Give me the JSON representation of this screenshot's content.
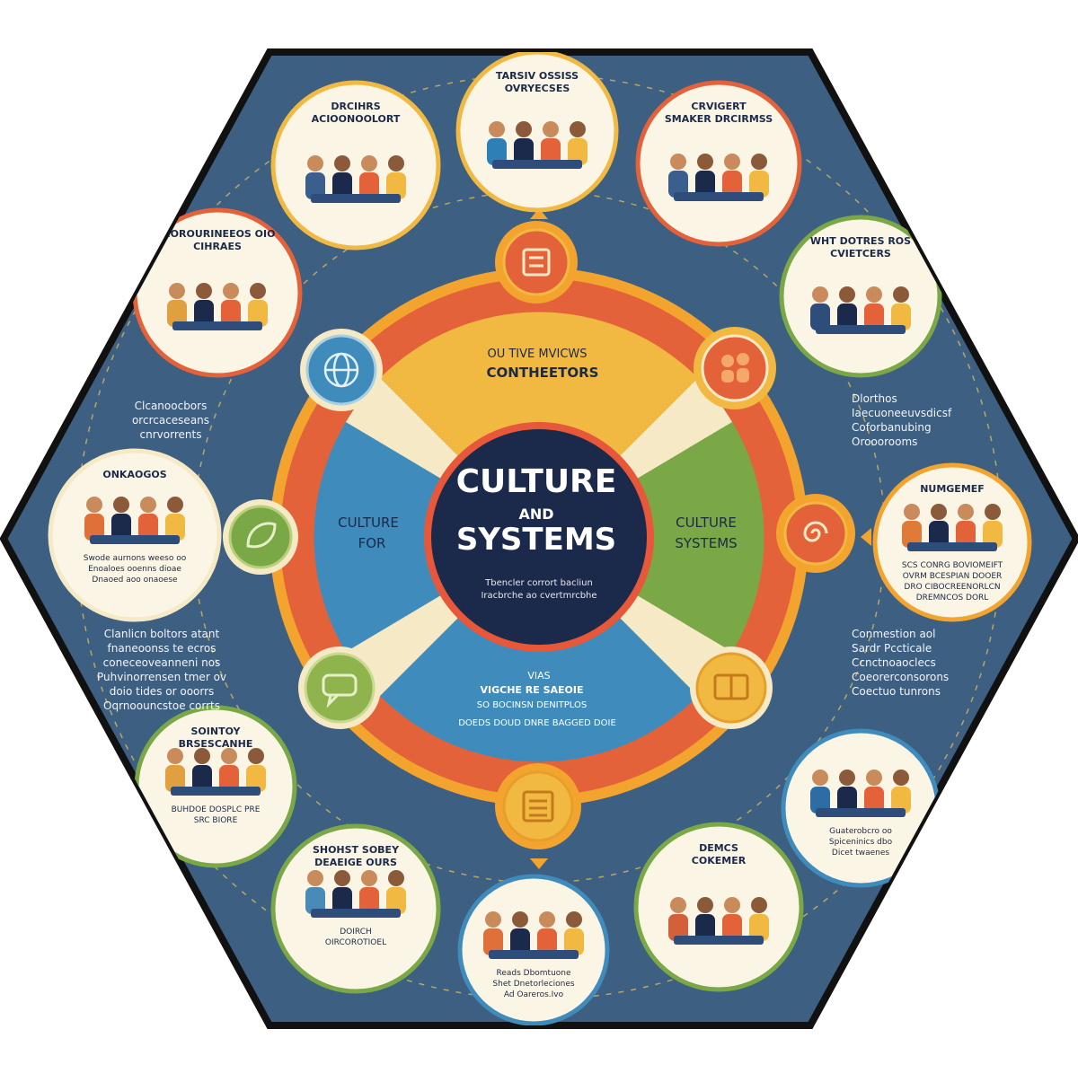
{
  "colors": {
    "background": "#3d5f82",
    "border": "#111111",
    "ring_outer_orange": "#f3a42e",
    "ring_red": "#e4623a",
    "yellow": "#f1b942",
    "blue": "#3f8cbc",
    "green": "#7aa846",
    "cream": "#f5e9c6",
    "hub": "#1b2a4a",
    "hub_ring": "#e7573a",
    "text_light": "#ffffff",
    "text_dark": "#1b2a4a"
  },
  "hub": {
    "title_line1": "CULTURE",
    "title_line2": "AND",
    "title_line3": "SYSTEMS",
    "subtitle_line1": "Tbencler corrort bacliun",
    "subtitle_line2": "Iracbrche ao cvertmrcbhe"
  },
  "segments": {
    "top_line1": "OU TIVE MVICWS",
    "top_line2": "CONTHEETORS",
    "left_line1": "CULTURE",
    "left_line2": "FOR",
    "right_line1": "CULTURE",
    "right_line2": "SYSTEMS",
    "bottom_line1": "VIAS",
    "bottom_line2": "VIGCHE RE SAEOIE",
    "bottom_line3": "SO BOCINSN DENITPLOS",
    "bottom_line4": "DOEDS DOUD DNRE BAGGED DOIE"
  },
  "nodes": [
    {
      "id": "top",
      "icon": "scroll-icon"
    },
    {
      "id": "top-right",
      "icon": "people-icon"
    },
    {
      "id": "right",
      "icon": "spiral-icon"
    },
    {
      "id": "bottom-right",
      "icon": "book-icon"
    },
    {
      "id": "bottom",
      "icon": "document-icon"
    },
    {
      "id": "bottom-left",
      "icon": "chat-icon"
    },
    {
      "id": "left",
      "icon": "leaf-icon"
    },
    {
      "id": "top-left",
      "icon": "globe-icon"
    }
  ],
  "scenes": [
    {
      "id": "top",
      "label1": "TARSIV OSSISS",
      "label2": "OVRYECSES"
    },
    {
      "id": "top-right",
      "label1": "CRVIGERT",
      "label2": "SMAKER DRCIRMSS"
    },
    {
      "id": "right-upper",
      "label1": "WHT DOTRES ROS",
      "label2": "CVIETCERS"
    },
    {
      "id": "right",
      "label1": "NUMGEMEF",
      "text1": "SCS CONRG BOVIOMEIFT",
      "text2": "OVRM BCESPIAN DOOER",
      "text3": "DRO CIBOCREENORLCN",
      "text4": "DREMNCOS DORL"
    },
    {
      "id": "bottom-right",
      "label1": "DEMCS",
      "label2": "COKEMER"
    },
    {
      "id": "bottom-right-lower",
      "text1": "Guaterobcro oo",
      "text2": "Spiceninics dbo",
      "text3": "Dicet twaenes"
    },
    {
      "id": "bottom",
      "text1": "Reads Dbomtuone",
      "text2": "Shet Dnetorleciones",
      "text3": "Ad Oareros.Ivo"
    },
    {
      "id": "bottom-left",
      "label1": "SHOHST SOBEY",
      "label2": "DEAEIGE OURS",
      "text1": "DOIRCH",
      "text2": "OIRCOROTIOEL"
    },
    {
      "id": "left-lower",
      "label1": "SOINTOY",
      "label2": "BRSESCANHE",
      "text1": "BUHDOE DOSPLC PRE",
      "text2": "SRC BIORE"
    },
    {
      "id": "left",
      "label1": "ONKAOGOS",
      "text1": "Swode aurnons weeso oo",
      "text2": "Enoaloes ooenns dioae",
      "text3": "Dnaoed aoo onaoese"
    },
    {
      "id": "top-left",
      "label1": "CIOROURINEEOS OIO",
      "label2": "CIHRAES"
    },
    {
      "id": "top-left-upper",
      "label1": "DRCIHRS",
      "label2": "ACIOONOOLORT"
    }
  ],
  "side_notes": {
    "left_upper": [
      "Clcanoocbors",
      "orcrcaceseans",
      "cnrvorrents"
    ],
    "left_lower": [
      "Clanlicn boltors atant",
      "fnaneoonss te ecros",
      "coneceoveanneni nos",
      "Puhvinorrensen tmer ov",
      "doio tides or ooorrs",
      "Oqrnoouncstoe corrts"
    ],
    "right_upper": [
      "Dlorthos",
      "Iaecuoneeuvsdicsf",
      "Coforbanubing",
      "Orooorooms"
    ],
    "right_lower": [
      "Conmestion aol",
      "Sardr Pccticale",
      "Ccnctnoaoclecs",
      "Coeorerconsorons",
      "Coectuo tunrons"
    ]
  }
}
